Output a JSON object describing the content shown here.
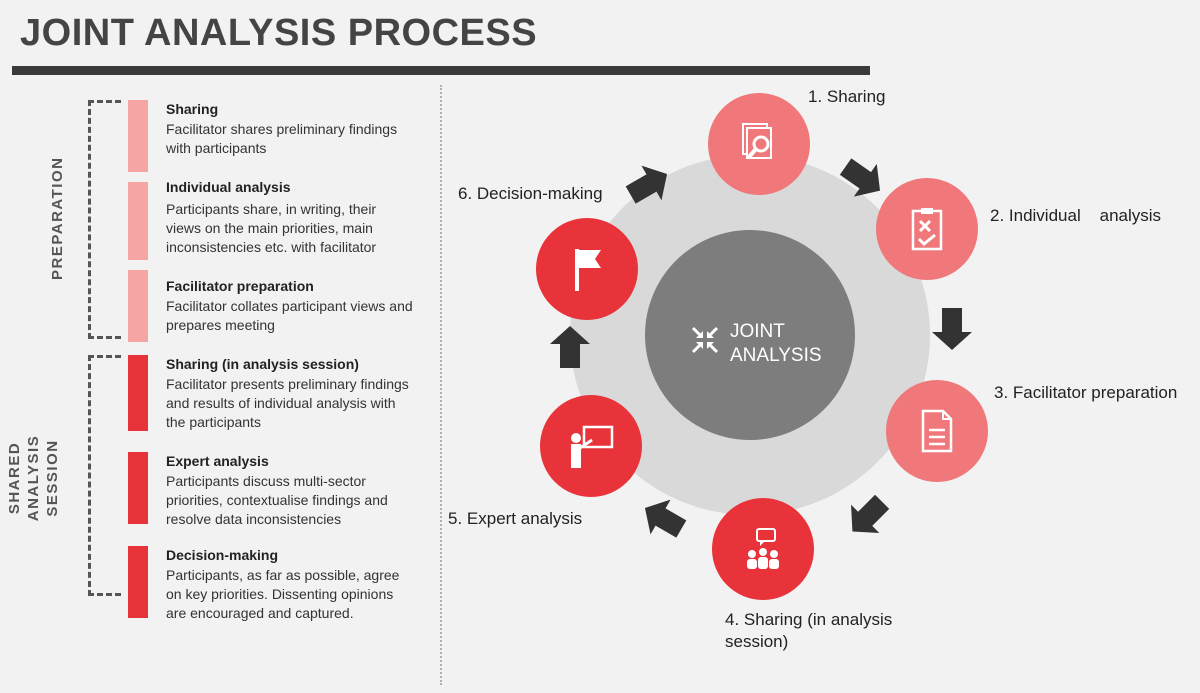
{
  "title": "JOINT ANALYSIS PROCESS",
  "groups": {
    "preparation": "PREPARATION",
    "shared": "SHARED\nANALYSIS\nSESSION"
  },
  "stages": [
    {
      "title": "Sharing",
      "desc": [
        "Facilitator shares preliminary findings",
        "with participants"
      ],
      "color": "#f6a5a5"
    },
    {
      "title": "Individual analysis",
      "desc": [
        "Participants share, in writing, their",
        "views on the main priorities, main",
        "inconsistencies etc. with facilitator"
      ],
      "color": "#f6a5a5"
    },
    {
      "title": "Facilitator preparation",
      "desc": [
        "Facilitator collates participant views and",
        "prepares meeting"
      ],
      "color": "#f6a5a5"
    },
    {
      "title": "Sharing (in analysis session)",
      "desc": [
        "Facilitator presents preliminary findings",
        "and results of individual analysis with",
        "the participants"
      ],
      "color": "#e8333a"
    },
    {
      "title": "Expert analysis",
      "desc": [
        "Participants discuss multi-sector",
        "priorities, contextualise findings and",
        "resolve data inconsistencies"
      ],
      "color": "#e8333a"
    },
    {
      "title": "Decision-making",
      "desc": [
        "Participants, as far as possible, agree",
        "on key priorities. Dissenting opinions",
        "are encouraged and captured."
      ],
      "color": "#e8333a"
    }
  ],
  "cycle": {
    "center_lines": [
      "JOINT",
      "ANALYSIS"
    ],
    "nodes": [
      {
        "label": "1. Sharing",
        "icon": "magnifier-documents-icon"
      },
      {
        "label": "2. Individual    analysis",
        "icon": "clipboard-checklist-icon"
      },
      {
        "label": "3. Facilitator preparation",
        "icon": "document-icon"
      },
      {
        "label_lines": [
          "4. Sharing (in analysis",
          "session)"
        ],
        "icon": "group-discussion-icon"
      },
      {
        "label": "5. Expert analysis",
        "icon": "presenter-board-icon"
      },
      {
        "label": "6. Decision-making",
        "icon": "flag-icon"
      }
    ]
  },
  "colors": {
    "light_node": "#f0787a",
    "dark_node": "#e8333a",
    "ring": "#d9d9d9",
    "center": "#7d7d7d",
    "arrow": "#333333"
  }
}
